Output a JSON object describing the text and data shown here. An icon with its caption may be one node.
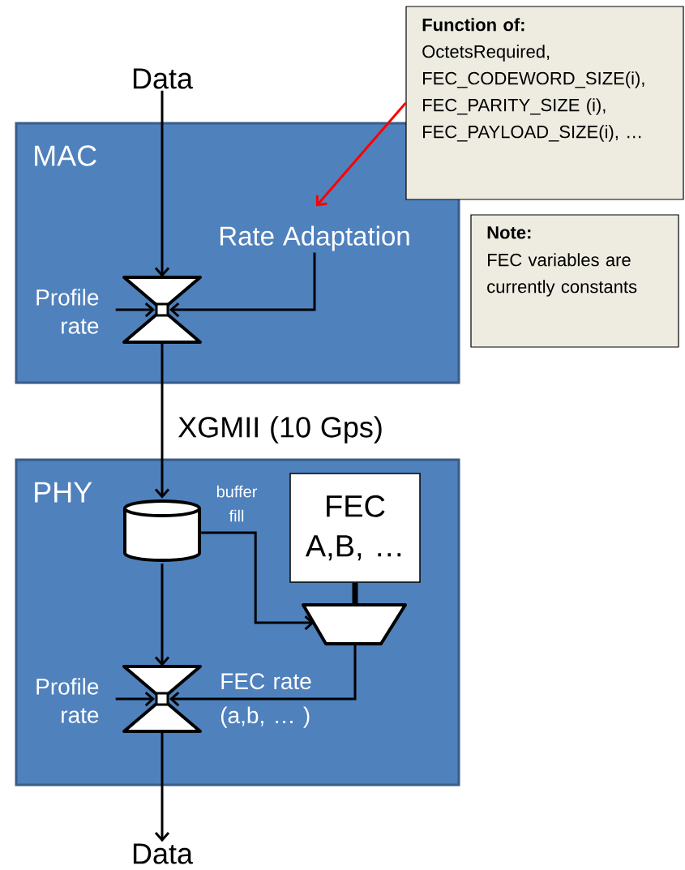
{
  "diagram": {
    "nodes": [
      {
        "text": [
          "Data"
        ]
      },
      {
        "text": [
          "MAC"
        ]
      },
      {
        "text": [
          "Rate Adaptation"
        ],
        "in": 1
      },
      {
        "text": [],
        "shape": "hourglass",
        "in": 1
      },
      {
        "text": [
          "Profile rate"
        ],
        "in": 1
      },
      {
        "text": [
          "Function of:",
          "OctetsRequired, FEC_CODEWORD_SIZE(i), FEC_PARITY_SIZE (i), FEC_PAYLOAD_SIZE(i), …"
        ]
      },
      {
        "text": [
          "Note:",
          "FEC variables are currently constants"
        ]
      },
      {
        "text": [
          "PHY"
        ]
      },
      {
        "text": [],
        "shape": "cylinder",
        "in": 7
      },
      {
        "text": [
          "FEC A,B, …"
        ],
        "in": 7
      },
      {
        "text": [],
        "shape": "trapezoid",
        "in": 7
      },
      {
        "text": [],
        "shape": "hourglass",
        "in": 7
      },
      {
        "text": [
          "Profile rate"
        ],
        "in": 7
      },
      {
        "text": [
          "Data"
        ]
      }
    ],
    "edges": [
      {
        "from": 0,
        "to": 3,
        "arrow": "to"
      },
      {
        "from": 5,
        "to": 2,
        "arrow": "to",
        "color": "#ff0000"
      },
      {
        "from": 2,
        "to": 3,
        "arrow": "to"
      },
      {
        "from": 4,
        "to": 3,
        "arrow": "to"
      },
      {
        "from": 3,
        "to": 8,
        "arrow": "to",
        "label": "XGMII (10 Gps)"
      },
      {
        "from": 8,
        "to": 10,
        "arrow": "to",
        "label": "buffer fill"
      },
      {
        "from": 9,
        "to": 10,
        "arrow": "none",
        "style": "thick"
      },
      {
        "from": 10,
        "to": 11,
        "arrow": "to",
        "label": "FEC rate (a,b, … )"
      },
      {
        "from": 8,
        "to": 11,
        "arrow": "to"
      },
      {
        "from": 12,
        "to": 11,
        "arrow": "to"
      },
      {
        "from": 11,
        "to": 13,
        "arrow": "to"
      }
    ]
  }
}
